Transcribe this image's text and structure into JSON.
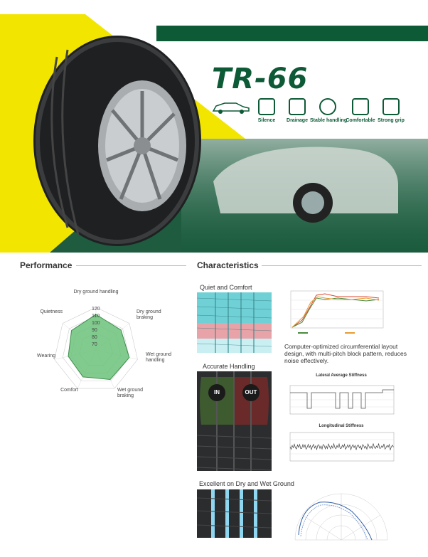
{
  "product": {
    "model": "TR-66"
  },
  "features": [
    {
      "label": "Silence",
      "icon": "speaker-mute-icon"
    },
    {
      "label": "Drainage",
      "icon": "water-drop-icon"
    },
    {
      "label": "Stable handling",
      "icon": "steering-wheel-icon"
    },
    {
      "label": "Comfortable",
      "icon": "seat-icon"
    },
    {
      "label": "Strong grip",
      "icon": "grip-icon"
    }
  ],
  "performance": {
    "title": "Performance",
    "axes": [
      "Dry ground handling",
      "Dry ground braking",
      "Wet ground handling",
      "Wet ground braking",
      "Comfort",
      "Wearing",
      "Quietness"
    ],
    "scale_labels": [
      "120",
      "110",
      "100",
      "90",
      "80",
      "70"
    ]
  },
  "characteristics": {
    "title": "Characteristics",
    "quiet": {
      "title": "Quiet and Comfort",
      "description": "Computer-optimized circumferential layout design, with multi-pitch block pattern, reduces noise effectively."
    },
    "handling": {
      "title": "Accurate Handling",
      "in_label": "IN",
      "out_label": "OUT",
      "lateral_title": "Lateral Average Stiffness",
      "longitudinal_title": "Longitudinal Stiffness"
    },
    "grip": {
      "title": "Excellent on Dry and Wet Ground"
    }
  },
  "colors": {
    "brand_green": "#0d5a36",
    "accent_yellow": "#f2e600",
    "radar_fill": "#6cc27a"
  },
  "chart_data": {
    "type": "radar",
    "categories": [
      "Dry ground handling",
      "Dry ground braking",
      "Wet ground handling",
      "Wet ground braking",
      "Comfort",
      "Wearing",
      "Quietness"
    ],
    "values": [
      110,
      105,
      108,
      106,
      102,
      100,
      104
    ],
    "range": [
      60,
      120
    ]
  }
}
